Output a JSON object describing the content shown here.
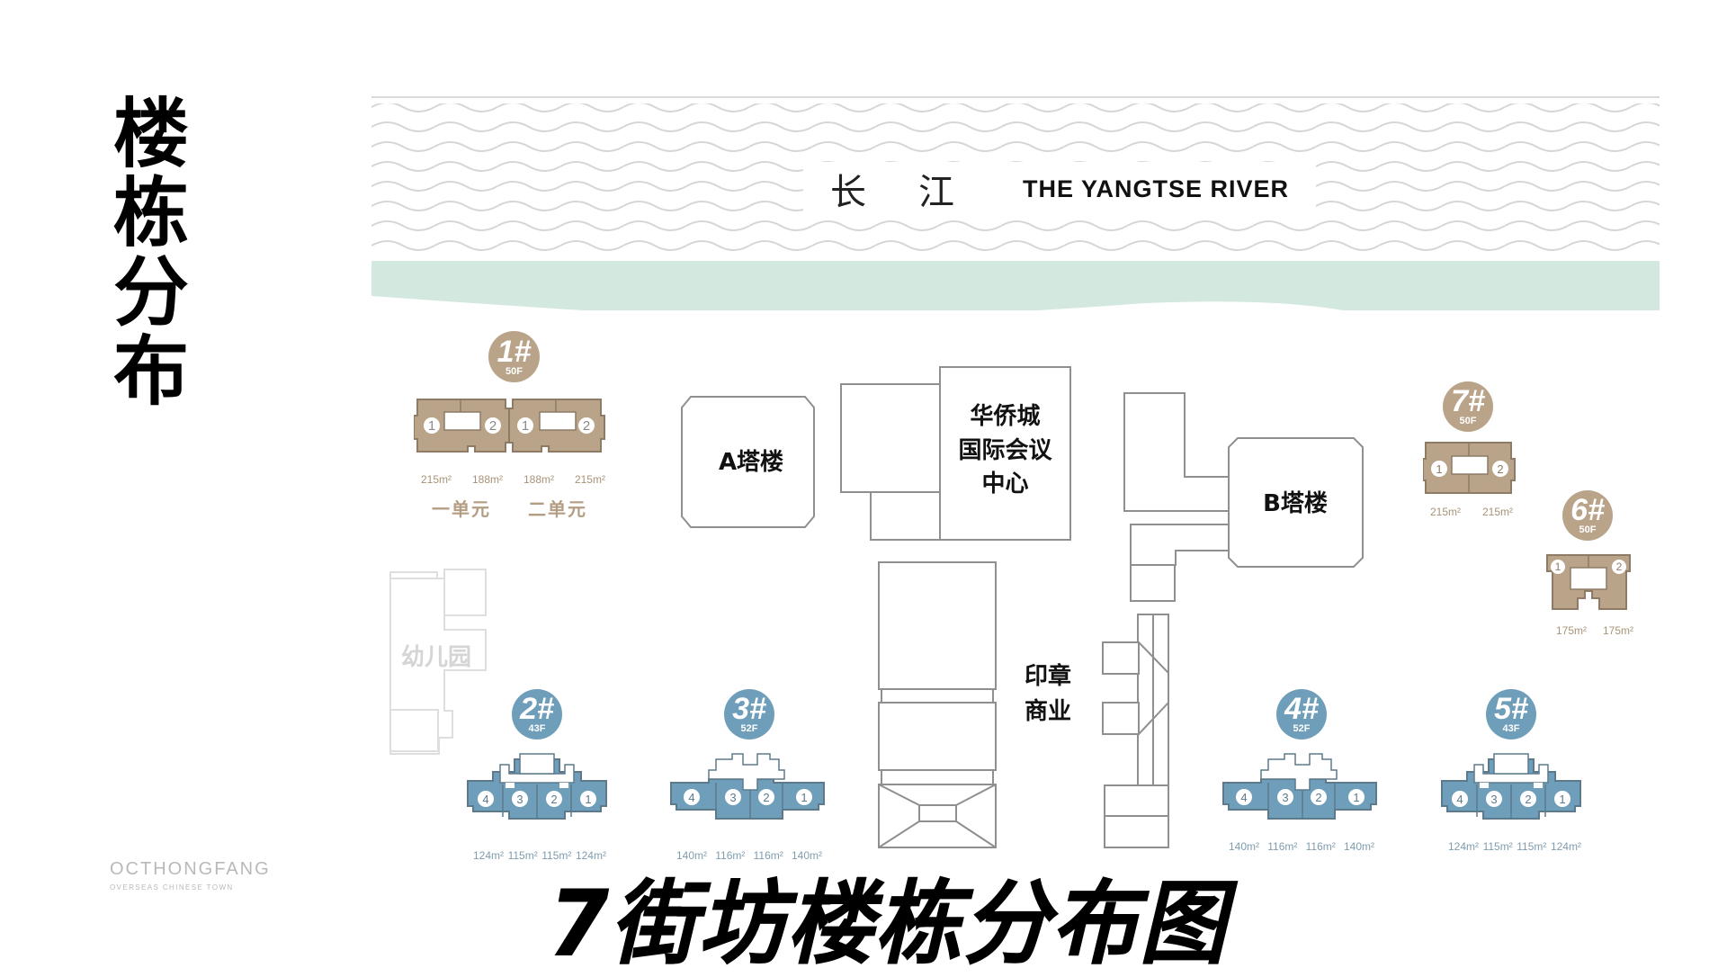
{
  "side_title": [
    "楼",
    "栋",
    "分",
    "布"
  ],
  "river": {
    "cn": "长江",
    "en": "THE YANGTSE RIVER",
    "band_color": "#d3e8de"
  },
  "landmarks": {
    "tower_a": "A塔楼",
    "tower_b": "B塔楼",
    "convention_center": [
      "华侨城",
      "国际会议",
      "中心"
    ],
    "commercial": [
      "印章",
      "商业"
    ],
    "kindergarten": "幼儿园"
  },
  "buildings": {
    "b1": {
      "num": "1#",
      "floors": "50F",
      "color": "#b9a48a",
      "areas": [
        "215m²",
        "188m²",
        "188m²",
        "215m²"
      ],
      "units_label": [
        "一单元",
        "二单元"
      ],
      "unit_nums": [
        "1",
        "2",
        "1",
        "2"
      ]
    },
    "b7": {
      "num": "7#",
      "floors": "50F",
      "color": "#b9a48a",
      "areas": [
        "215m²",
        "215m²"
      ],
      "unit_nums": [
        "1",
        "2"
      ]
    },
    "b6": {
      "num": "6#",
      "floors": "50F",
      "color": "#b9a48a",
      "areas": [
        "175m²",
        "175m²"
      ],
      "unit_nums": [
        "1",
        "2"
      ]
    },
    "b2": {
      "num": "2#",
      "floors": "43F",
      "color": "#6e9eb9",
      "areas": [
        "124m²",
        "115m²",
        "115m²",
        "124m²"
      ],
      "unit_nums": [
        "4",
        "3",
        "2",
        "1"
      ]
    },
    "b3": {
      "num": "3#",
      "floors": "52F",
      "color": "#6e9eb9",
      "areas": [
        "140m²",
        "116m²",
        "116m²",
        "140m²"
      ],
      "unit_nums": [
        "4",
        "3",
        "2",
        "1"
      ]
    },
    "b4": {
      "num": "4#",
      "floors": "52F",
      "color": "#6e9eb9",
      "areas": [
        "140m²",
        "116m²",
        "116m²",
        "140m²"
      ],
      "unit_nums": [
        "4",
        "3",
        "2",
        "1"
      ]
    },
    "b5": {
      "num": "5#",
      "floors": "43F",
      "color": "#6e9eb9",
      "areas": [
        "124m²",
        "115m²",
        "115m²",
        "124m²"
      ],
      "unit_nums": [
        "4",
        "3",
        "2",
        "1"
      ]
    }
  },
  "logo": {
    "main": "OCTHONGFANG",
    "sub": "OVERSEAS CHINESE TOWN"
  },
  "caption": "7街坊楼栋分布图"
}
